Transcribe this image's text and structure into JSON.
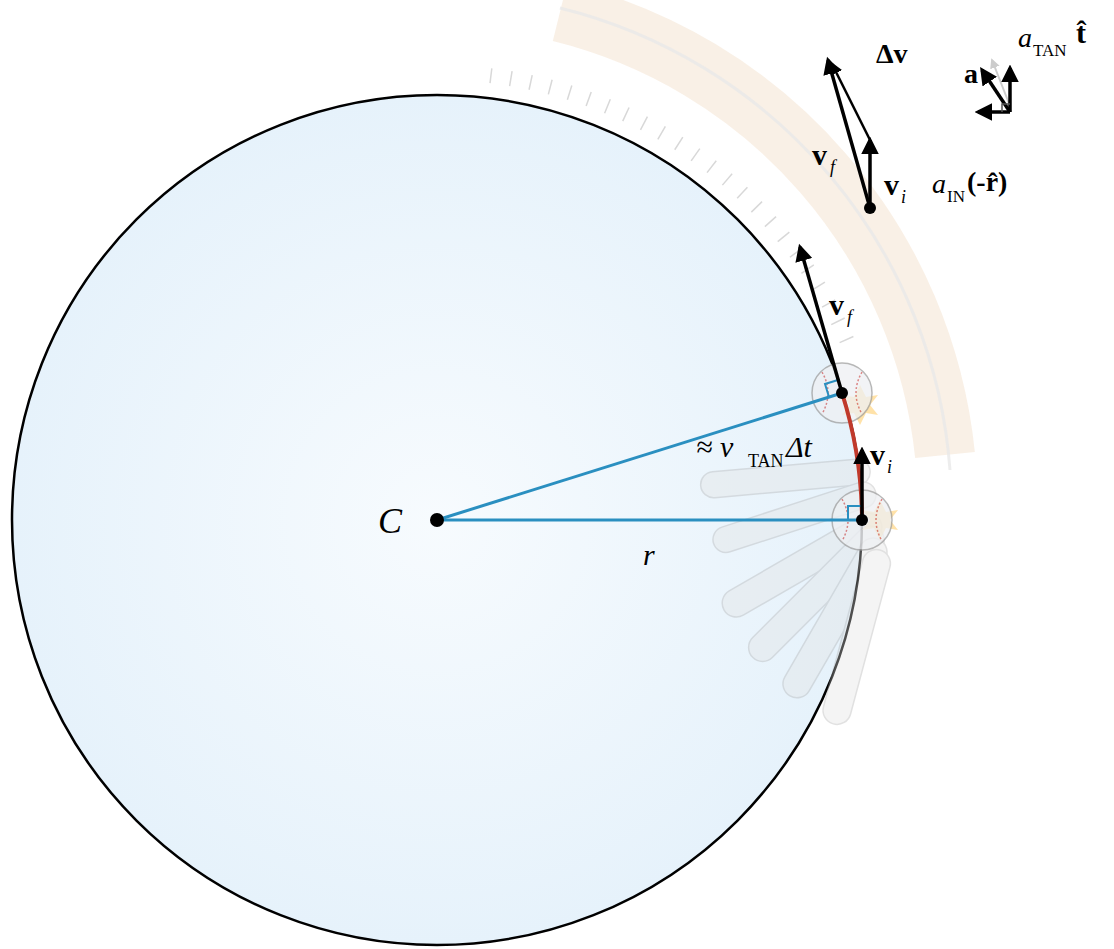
{
  "diagram": {
    "labels": [
      "C",
      "r",
      "≈ v",
      "TAN",
      "Δt",
      "v",
      "i",
      "v",
      "f",
      "Δv",
      "v",
      "f",
      "v",
      "i",
      "a",
      "a",
      "TAN",
      "t̂",
      "a",
      "IN",
      "(-r̂)"
    ]
  }
}
